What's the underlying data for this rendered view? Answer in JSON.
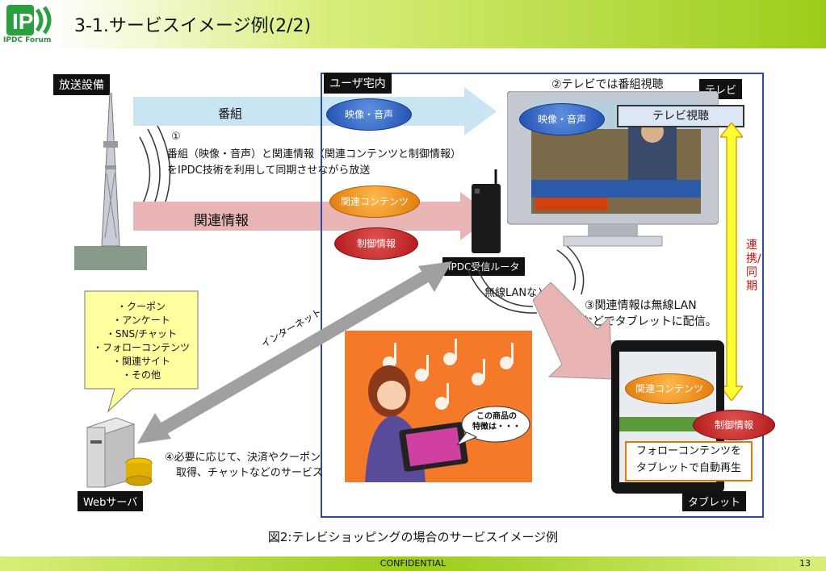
{
  "header": {
    "title": "3-1.サービスイメージ例(2/2)",
    "logo_text": "IPDC Forum"
  },
  "labels": {
    "broadcast": "放送設備",
    "home": "ユーザ宅内",
    "tv": "テレビ",
    "tablet": "タブレット",
    "web_server": "Webサーバ",
    "router": "IPDC受信ルータ"
  },
  "arrows": {
    "program": "番組",
    "related_info": "関連情報",
    "internet": "インターネット",
    "wireless": "無線LANなど"
  },
  "ovals": {
    "video_audio_1": "映像・音声",
    "video_audio_2": "映像・音声",
    "related_content_1": "関連コンテンツ",
    "control_info_1": "制御情報",
    "related_content_2": "関連コンテンツ",
    "control_info_2": "制御情報"
  },
  "notes": {
    "step1_num": "①",
    "step1_line1": "番組（映像・音声）と関連情報（関連コンテンツと制御情報）",
    "step1_line2": "をIPDC技術を利用して同期させながら放送",
    "step2": "②テレビでは番組視聴",
    "tv_view": "テレビ視聴",
    "step3_line1": "③関連情報は無線LAN",
    "step3_line2": "などでタブレットに配信。",
    "step4_line1": "④必要に応じて、決済やクーポン",
    "step4_line2": "取得、チャットなどのサービス",
    "sync": "連携/同期",
    "follow_line1": "フォローコンテンツを",
    "follow_line2": "タブレットで自動再生",
    "bubble_line1": "この商品の",
    "bubble_line2": "特徴は・・・"
  },
  "services": [
    "・クーポン",
    "・アンケート",
    "・SNS/チャット",
    "・フォローコンテンツ",
    "・関連サイト",
    "・その他"
  ],
  "caption": "図2:テレビショッピングの場合のサービスイメージ例",
  "footer": {
    "confidential": "CONFIDENTIAL",
    "page": "13"
  }
}
